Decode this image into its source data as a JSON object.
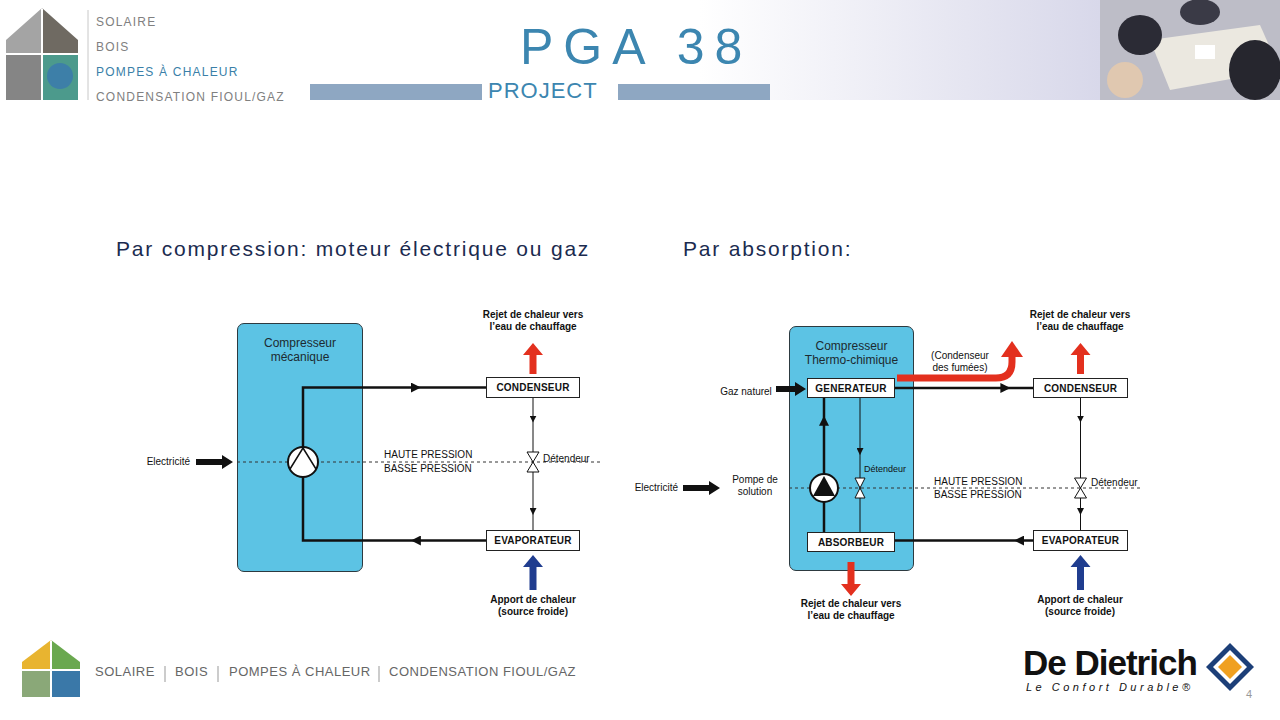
{
  "diagram": {
    "nodes": [
      {
        "text": [
          "Compresseur mécanique"
        ]
      },
      {
        "text": [
          "CONDENSEUR"
        ]
      },
      {
        "text": [
          "EVAPORATEUR"
        ]
      },
      {
        "text": [
          "Compresseur Thermo-chimique"
        ]
      },
      {
        "text": [
          "GENERATEUR"
        ],
        "in": 3
      },
      {
        "text": [
          "ABSORBEUR"
        ],
        "in": 3
      },
      {
        "text": [
          "CONDENSEUR"
        ]
      },
      {
        "text": [
          "EVAPORATEUR"
        ]
      }
    ],
    "edges": [
      {
        "from": 0,
        "to": 1,
        "arrow": "to"
      },
      {
        "from": 1,
        "to": 2,
        "arrow": "to"
      },
      {
        "from": 2,
        "to": 0,
        "arrow": "to"
      },
      {
        "from": 4,
        "to": 6,
        "arrow": "to"
      },
      {
        "from": 6,
        "to": 7,
        "arrow": "to"
      },
      {
        "from": 7,
        "to": 5,
        "arrow": "to"
      },
      {
        "from": 5,
        "to": 4,
        "arrow": "to"
      },
      {
        "from": 4,
        "to": 5,
        "arrow": "to"
      }
    ],
    "labels": [
      "SOLAIRE",
      "BOIS",
      "POMPES À CHALEUR",
      "CONDENSATION FIOUL/GAZ",
      "PGA 38",
      "PROJECT",
      "Par compression: moteur électrique ou gaz",
      "Par absorption:",
      "Rejet de chaleur vers l’eau de chauffage",
      "Electricité",
      "HAUTE PRESSION",
      "BASSE PRESSION",
      "Détendeur",
      "Apport de chaleur (source froide)",
      "Gaz naturel",
      "(Condenseur des fumées)",
      "Rejet de chaleur vers l’eau de chauffage",
      "Pompe de solution",
      "Electricité",
      "Détendeur",
      "HAUTE PRESSION",
      "BASSE PRESSION",
      "Détendeur",
      "Rejet de chaleur vers l’eau de chauffage",
      "Apport de chaleur (source froide)",
      "SOLAIRE",
      "BOIS",
      "POMPES À CHALEUR",
      "CONDENSATION FIOUL/GAZ",
      "De Dietrich",
      "Le Confort Durable®",
      "4"
    ]
  }
}
